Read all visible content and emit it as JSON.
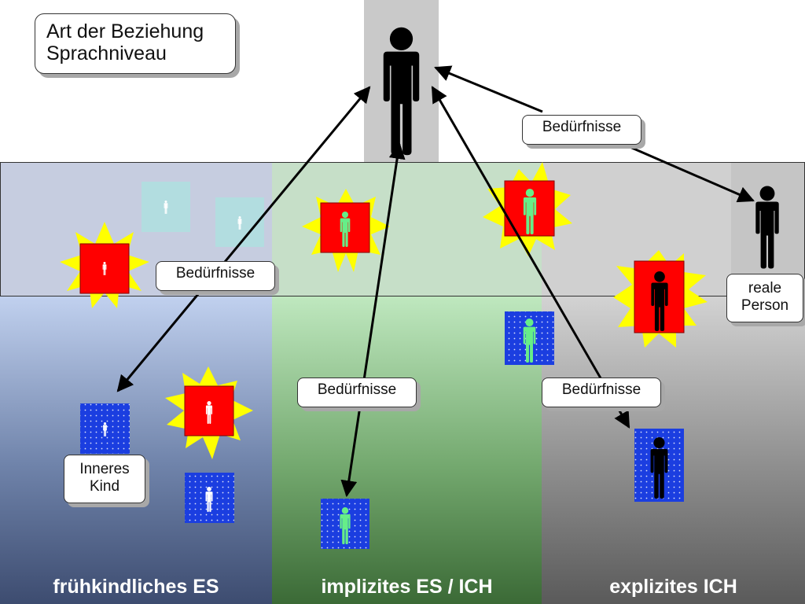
{
  "title": {
    "line1": "Art der Beziehung",
    "line2": "Sprachniveau"
  },
  "labels": {
    "needs_top": "Bedürfnisse",
    "needs_left": "Bedürfnisse",
    "needs_middle": "Bedürfnisse",
    "needs_right": "Bedürfnisse",
    "inner_child_line1": "Inneres",
    "inner_child_line2": "Kind",
    "real_person_line1": "reale",
    "real_person_line2": "Person"
  },
  "columns": [
    {
      "label": "frühkindliches ES"
    },
    {
      "label": "implizites ES / ICH"
    },
    {
      "label": "explizites ICH"
    }
  ],
  "colors": {
    "tile_red": "#ff0000",
    "tile_blue": "#1b3ee0",
    "tile_teal": "#b2dde0",
    "burst_yellow": "#ffff00",
    "figure_green": "#66ee88",
    "figure_black": "#000000",
    "figure_white": "#ffffff"
  }
}
